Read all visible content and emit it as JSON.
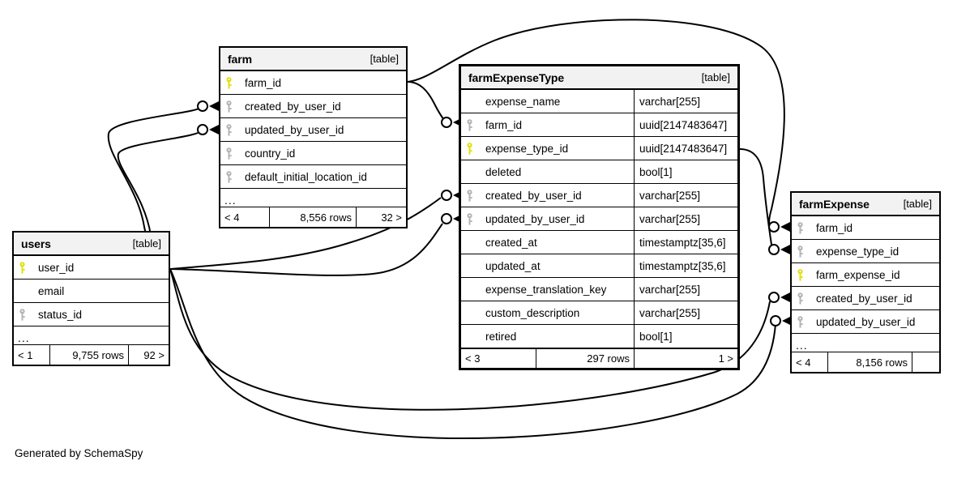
{
  "diagram": {
    "generator_credit": "Generated by SchemaSpy",
    "table_tag": "[table]",
    "ellipsis": "...",
    "icons": {
      "primary_key": "key-icon-primary",
      "foreign_key": "key-icon-foreign"
    },
    "colors": {
      "primary_key": "#e8e80f",
      "foreign_key": "#b0b0b0",
      "header_bg": "#f2f2f2",
      "border": "#000000",
      "line": "#000000"
    }
  },
  "tables": [
    {
      "id": "farm",
      "name": "farm",
      "tag": "[table]",
      "columns": [
        {
          "name": "farm_id",
          "key": "primary",
          "type": ""
        },
        {
          "name": "created_by_user_id",
          "key": "foreign",
          "type": ""
        },
        {
          "name": "updated_by_user_id",
          "key": "foreign",
          "type": ""
        },
        {
          "name": "country_id",
          "key": "foreign",
          "type": ""
        },
        {
          "name": "default_initial_location_id",
          "key": "foreign",
          "type": ""
        }
      ],
      "has_ellipsis": true,
      "footer": {
        "left": "< 4",
        "middle": "8,556 rows",
        "right": "32 >"
      }
    },
    {
      "id": "farmExpenseType",
      "name": "farmExpenseType",
      "tag": "[table]",
      "focus": true,
      "columns": [
        {
          "name": "expense_name",
          "key": "none",
          "type": "varchar[255]"
        },
        {
          "name": "farm_id",
          "key": "foreign",
          "type": "uuid[2147483647]"
        },
        {
          "name": "expense_type_id",
          "key": "primary",
          "type": "uuid[2147483647]"
        },
        {
          "name": "deleted",
          "key": "none",
          "type": "bool[1]"
        },
        {
          "name": "created_by_user_id",
          "key": "foreign",
          "type": "varchar[255]"
        },
        {
          "name": "updated_by_user_id",
          "key": "foreign",
          "type": "varchar[255]"
        },
        {
          "name": "created_at",
          "key": "none",
          "type": "timestamptz[35,6]"
        },
        {
          "name": "updated_at",
          "key": "none",
          "type": "timestamptz[35,6]"
        },
        {
          "name": "expense_translation_key",
          "key": "none",
          "type": "varchar[255]"
        },
        {
          "name": "custom_description",
          "key": "none",
          "type": "varchar[255]"
        },
        {
          "name": "retired",
          "key": "none",
          "type": "bool[1]"
        }
      ],
      "has_ellipsis": false,
      "footer": {
        "left": "< 3",
        "middle": "297 rows",
        "right": "1 >"
      }
    },
    {
      "id": "users",
      "name": "users",
      "tag": "[table]",
      "columns": [
        {
          "name": "user_id",
          "key": "primary",
          "type": ""
        },
        {
          "name": "email",
          "key": "none",
          "type": ""
        },
        {
          "name": "status_id",
          "key": "foreign",
          "type": ""
        }
      ],
      "has_ellipsis": true,
      "footer": {
        "left": "< 1",
        "middle": "9,755 rows",
        "right": "92 >"
      }
    },
    {
      "id": "farmExpense",
      "name": "farmExpense",
      "tag": "[table]",
      "columns": [
        {
          "name": "farm_id",
          "key": "foreign",
          "type": ""
        },
        {
          "name": "expense_type_id",
          "key": "foreign",
          "type": ""
        },
        {
          "name": "farm_expense_id",
          "key": "primary",
          "type": ""
        },
        {
          "name": "created_by_user_id",
          "key": "foreign",
          "type": ""
        },
        {
          "name": "updated_by_user_id",
          "key": "foreign",
          "type": ""
        }
      ],
      "has_ellipsis": true,
      "footer": {
        "left": "< 4",
        "middle": "8,156 rows",
        "right": ""
      }
    }
  ],
  "relationships": [
    {
      "from_table": "users",
      "from_column": "user_id",
      "to_table": "farm",
      "to_column": "created_by_user_id"
    },
    {
      "from_table": "users",
      "from_column": "user_id",
      "to_table": "farm",
      "to_column": "updated_by_user_id"
    },
    {
      "from_table": "users",
      "from_column": "user_id",
      "to_table": "farmExpenseType",
      "to_column": "created_by_user_id"
    },
    {
      "from_table": "users",
      "from_column": "user_id",
      "to_table": "farmExpenseType",
      "to_column": "updated_by_user_id"
    },
    {
      "from_table": "users",
      "from_column": "user_id",
      "to_table": "farmExpense",
      "to_column": "created_by_user_id"
    },
    {
      "from_table": "users",
      "from_column": "user_id",
      "to_table": "farmExpense",
      "to_column": "updated_by_user_id"
    },
    {
      "from_table": "farm",
      "from_column": "farm_id",
      "to_table": "farmExpenseType",
      "to_column": "farm_id"
    },
    {
      "from_table": "farm",
      "from_column": "farm_id",
      "to_table": "farmExpense",
      "to_column": "farm_id"
    },
    {
      "from_table": "farmExpenseType",
      "from_column": "expense_type_id",
      "to_table": "farmExpense",
      "to_column": "expense_type_id"
    }
  ]
}
